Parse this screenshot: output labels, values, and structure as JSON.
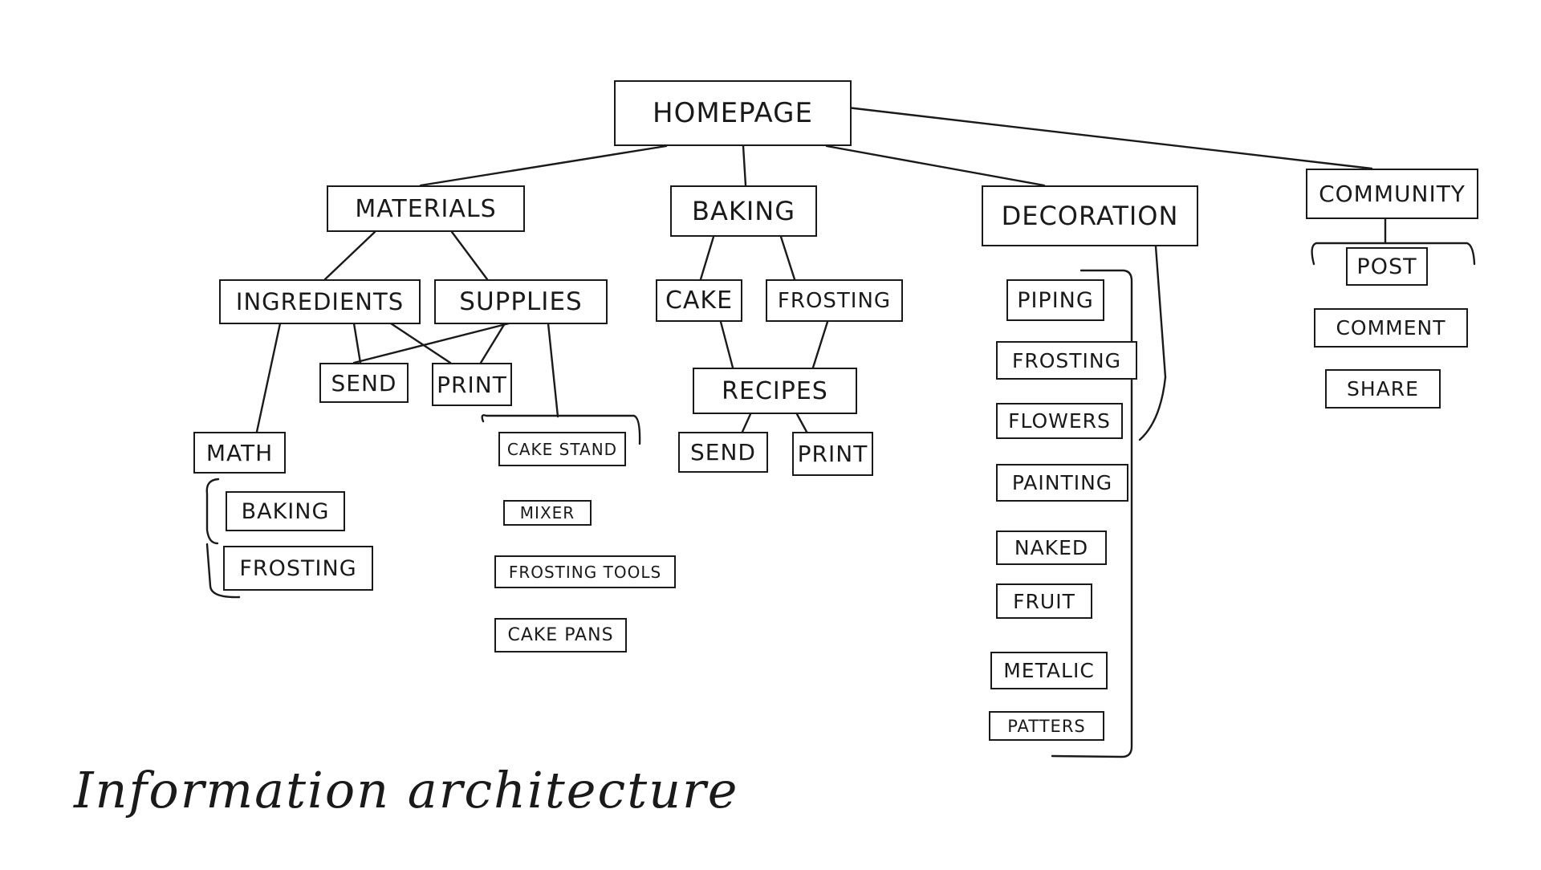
{
  "title": "Information architecture",
  "nodes": {
    "homepage": "HOMEPAGE",
    "materials": "MATERIALS",
    "baking": "BAKING",
    "decoration": "DECORATION",
    "community": "COMMUNITY",
    "ingredients": "INGREDIENTS",
    "supplies": "SUPPLIES",
    "materials_send": "SEND",
    "materials_print": "PRINT",
    "math": "MATH",
    "math_baking": "BAKING",
    "math_frosting": "FROSTING",
    "cake_stand": "CAKE STAND",
    "mixer": "MIXER",
    "frosting_tools": "FROSTING TOOLS",
    "cake_pans": "CAKE PANS",
    "cake": "CAKE",
    "baking_frosting": "FROSTING",
    "recipes": "RECIPES",
    "recipes_send": "SEND",
    "recipes_print": "PRINT",
    "piping": "PIPING",
    "deco_frosting": "FROSTING",
    "flowers": "FLOWERS",
    "painting": "PAINTING",
    "naked": "NAKED",
    "fruit": "FRUIT",
    "metalic": "METALIC",
    "patters": "PATTERS",
    "post": "POST",
    "comment": "COMMENT",
    "share": "SHARE"
  }
}
